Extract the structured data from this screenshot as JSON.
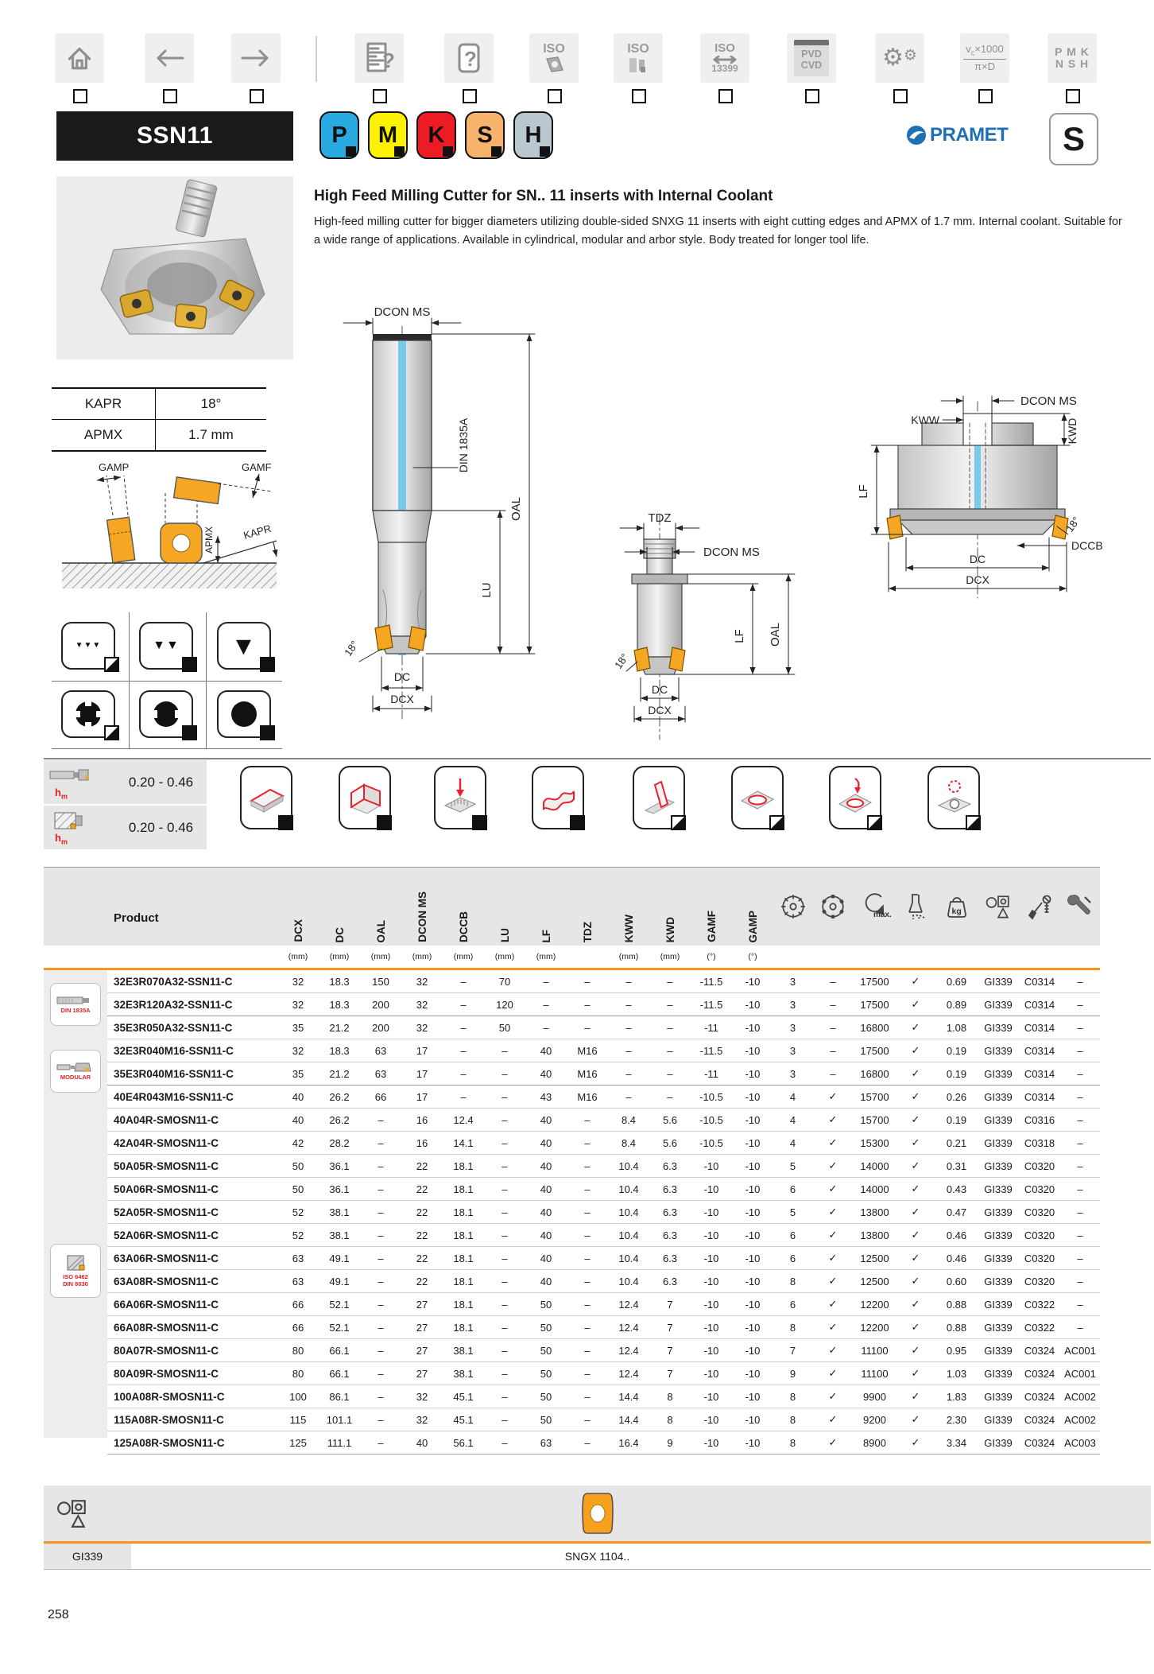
{
  "page_number": "258",
  "accent_color": "#f7941d",
  "brand_blue": "#1f6fb4",
  "toolbar": {
    "iso_insert": "ISO",
    "iso_holder": "ISO",
    "iso13399_top": "ISO",
    "iso13399_bot": "13399",
    "pvd": "PVD",
    "cvd": "CVD",
    "formula_v": "v",
    "formula_c": "c",
    "formula_x1000": "×1000",
    "formula_bot": "π×D",
    "pmk": "P M K",
    "nsh": "N S H"
  },
  "header": {
    "code": "SSN11",
    "grades": [
      {
        "letter": "P",
        "color": "#29abe2"
      },
      {
        "letter": "M",
        "color": "#fff200"
      },
      {
        "letter": "K",
        "color": "#ed1c24"
      },
      {
        "letter": "S",
        "color": "#f7b26b"
      },
      {
        "letter": "H",
        "color": "#b9c7d1"
      }
    ],
    "brand": "PRAMET",
    "size_letter": "S"
  },
  "intro": {
    "title": "High Feed Milling Cutter for SN.. 11 inserts with Internal Coolant",
    "description": "High-feed milling cutter for bigger diameters utilizing double-sided SNXG 11 inserts with eight cutting edges and APMX of 1.7 mm. Internal coolant. Suitable for a wide range of applications. Available in cylindrical, modular and arbor style. Body treated for longer tool life."
  },
  "specs": {
    "rows": [
      {
        "label": "KAPR",
        "value": "18°"
      },
      {
        "label": "APMX",
        "value": "1.7 mm"
      }
    ]
  },
  "insert_diagram": {
    "gamp": "GAMP",
    "gamf": "GAMF",
    "apmx": "APMX",
    "kapr": "KAPR"
  },
  "drawings": {
    "cylindrical": {
      "dcon": "DCON MS",
      "din": "DIN 1835A",
      "oal": "OAL",
      "lu": "LU",
      "angle": "18°",
      "dc": "DC",
      "dcx": "DCX"
    },
    "modular": {
      "tdz": "TDZ",
      "dcon": "DCON MS",
      "oal": "OAL",
      "lf": "LF",
      "angle": "18°",
      "dc": "DC",
      "dcx": "DCX"
    },
    "arbor": {
      "dcon": "DCON MS",
      "kww": "KWW",
      "kwd": "KWD",
      "lf": "LF",
      "angle": "18°",
      "dccb": "DCCB",
      "dc": "DC",
      "dcx": "DCX"
    }
  },
  "hm_section": {
    "rows": [
      {
        "label": "h",
        "sub": "m",
        "value": "0.20 - 0.46"
      },
      {
        "label": "h",
        "sub": "m",
        "value": "0.20 - 0.46"
      }
    ]
  },
  "table": {
    "product_header": "Product",
    "columns": [
      {
        "label": "DCX",
        "unit": "(mm)"
      },
      {
        "label": "DC",
        "unit": "(mm)"
      },
      {
        "label": "OAL",
        "unit": "(mm)"
      },
      {
        "label": "DCON MS",
        "unit": "(mm)"
      },
      {
        "label": "DCCB",
        "unit": "(mm)"
      },
      {
        "label": "LU",
        "unit": "(mm)"
      },
      {
        "label": "LF",
        "unit": "(mm)"
      },
      {
        "label": "TDZ",
        "unit": ""
      },
      {
        "label": "KWW",
        "unit": "(mm)"
      },
      {
        "label": "KWD",
        "unit": "(mm)"
      },
      {
        "label": "GAMF",
        "unit": "(°)"
      },
      {
        "label": "GAMP",
        "unit": "(°)"
      }
    ],
    "icon_labels": {
      "max": "max.",
      "kg": "kg"
    },
    "groups": [
      {
        "line1": "DIN 1835A",
        "line2": ""
      },
      {
        "line1": "MODULAR",
        "line2": ""
      },
      {
        "line1": "ISO 6462",
        "line2": "DIN 8030"
      }
    ],
    "rows": [
      {
        "product": "32E3R070A32-SSN11-C",
        "dcx": "32",
        "dc": "18.3",
        "oal": "150",
        "dconms": "32",
        "dccb": "–",
        "lu": "70",
        "lf": "–",
        "tdz": "–",
        "kww": "–",
        "kwd": "–",
        "gamf": "-11.5",
        "gamp": "-10",
        "z": "3",
        "ramp": "–",
        "max": "17500",
        "cool": "✓",
        "kg": "0.69",
        "ins": "GI339",
        "scr": "C0314",
        "wr": "–"
      },
      {
        "product": "32E3R120A32-SSN11-C",
        "dcx": "32",
        "dc": "18.3",
        "oal": "200",
        "dconms": "32",
        "dccb": "–",
        "lu": "120",
        "lf": "–",
        "tdz": "–",
        "kww": "–",
        "kwd": "–",
        "gamf": "-11.5",
        "gamp": "-10",
        "z": "3",
        "ramp": "–",
        "max": "17500",
        "cool": "✓",
        "kg": "0.89",
        "ins": "GI339",
        "scr": "C0314",
        "wr": "–"
      },
      {
        "product": "35E3R050A32-SSN11-C",
        "dcx": "35",
        "dc": "21.2",
        "oal": "200",
        "dconms": "32",
        "dccb": "–",
        "lu": "50",
        "lf": "–",
        "tdz": "–",
        "kww": "–",
        "kwd": "–",
        "gamf": "-11",
        "gamp": "-10",
        "z": "3",
        "ramp": "–",
        "max": "16800",
        "cool": "✓",
        "kg": "1.08",
        "ins": "GI339",
        "scr": "C0314",
        "wr": "–"
      },
      {
        "product": "32E3R040M16-SSN11-C",
        "dcx": "32",
        "dc": "18.3",
        "oal": "63",
        "dconms": "17",
        "dccb": "–",
        "lu": "–",
        "lf": "40",
        "tdz": "M16",
        "kww": "–",
        "kwd": "–",
        "gamf": "-11.5",
        "gamp": "-10",
        "z": "3",
        "ramp": "–",
        "max": "17500",
        "cool": "✓",
        "kg": "0.19",
        "ins": "GI339",
        "scr": "C0314",
        "wr": "–"
      },
      {
        "product": "35E3R040M16-SSN11-C",
        "dcx": "35",
        "dc": "21.2",
        "oal": "63",
        "dconms": "17",
        "dccb": "–",
        "lu": "–",
        "lf": "40",
        "tdz": "M16",
        "kww": "–",
        "kwd": "–",
        "gamf": "-11",
        "gamp": "-10",
        "z": "3",
        "ramp": "–",
        "max": "16800",
        "cool": "✓",
        "kg": "0.19",
        "ins": "GI339",
        "scr": "C0314",
        "wr": "–"
      },
      {
        "product": "40E4R043M16-SSN11-C",
        "dcx": "40",
        "dc": "26.2",
        "oal": "66",
        "dconms": "17",
        "dccb": "–",
        "lu": "–",
        "lf": "43",
        "tdz": "M16",
        "kww": "–",
        "kwd": "–",
        "gamf": "-10.5",
        "gamp": "-10",
        "z": "4",
        "ramp": "✓",
        "max": "15700",
        "cool": "✓",
        "kg": "0.26",
        "ins": "GI339",
        "scr": "C0314",
        "wr": "–"
      },
      {
        "product": "40A04R-SMOSN11-C",
        "dcx": "40",
        "dc": "26.2",
        "oal": "–",
        "dconms": "16",
        "dccb": "12.4",
        "lu": "–",
        "lf": "40",
        "tdz": "–",
        "kww": "8.4",
        "kwd": "5.6",
        "gamf": "-10.5",
        "gamp": "-10",
        "z": "4",
        "ramp": "✓",
        "max": "15700",
        "cool": "✓",
        "kg": "0.19",
        "ins": "GI339",
        "scr": "C0316",
        "wr": "–"
      },
      {
        "product": "42A04R-SMOSN11-C",
        "dcx": "42",
        "dc": "28.2",
        "oal": "–",
        "dconms": "16",
        "dccb": "14.1",
        "lu": "–",
        "lf": "40",
        "tdz": "–",
        "kww": "8.4",
        "kwd": "5.6",
        "gamf": "-10.5",
        "gamp": "-10",
        "z": "4",
        "ramp": "✓",
        "max": "15300",
        "cool": "✓",
        "kg": "0.21",
        "ins": "GI339",
        "scr": "C0318",
        "wr": "–"
      },
      {
        "product": "50A05R-SMOSN11-C",
        "dcx": "50",
        "dc": "36.1",
        "oal": "–",
        "dconms": "22",
        "dccb": "18.1",
        "lu": "–",
        "lf": "40",
        "tdz": "–",
        "kww": "10.4",
        "kwd": "6.3",
        "gamf": "-10",
        "gamp": "-10",
        "z": "5",
        "ramp": "✓",
        "max": "14000",
        "cool": "✓",
        "kg": "0.31",
        "ins": "GI339",
        "scr": "C0320",
        "wr": "–"
      },
      {
        "product": "50A06R-SMOSN11-C",
        "dcx": "50",
        "dc": "36.1",
        "oal": "–",
        "dconms": "22",
        "dccb": "18.1",
        "lu": "–",
        "lf": "40",
        "tdz": "–",
        "kww": "10.4",
        "kwd": "6.3",
        "gamf": "-10",
        "gamp": "-10",
        "z": "6",
        "ramp": "✓",
        "max": "14000",
        "cool": "✓",
        "kg": "0.43",
        "ins": "GI339",
        "scr": "C0320",
        "wr": "–"
      },
      {
        "product": "52A05R-SMOSN11-C",
        "dcx": "52",
        "dc": "38.1",
        "oal": "–",
        "dconms": "22",
        "dccb": "18.1",
        "lu": "–",
        "lf": "40",
        "tdz": "–",
        "kww": "10.4",
        "kwd": "6.3",
        "gamf": "-10",
        "gamp": "-10",
        "z": "5",
        "ramp": "✓",
        "max": "13800",
        "cool": "✓",
        "kg": "0.47",
        "ins": "GI339",
        "scr": "C0320",
        "wr": "–"
      },
      {
        "product": "52A06R-SMOSN11-C",
        "dcx": "52",
        "dc": "38.1",
        "oal": "–",
        "dconms": "22",
        "dccb": "18.1",
        "lu": "–",
        "lf": "40",
        "tdz": "–",
        "kww": "10.4",
        "kwd": "6.3",
        "gamf": "-10",
        "gamp": "-10",
        "z": "6",
        "ramp": "✓",
        "max": "13800",
        "cool": "✓",
        "kg": "0.46",
        "ins": "GI339",
        "scr": "C0320",
        "wr": "–"
      },
      {
        "product": "63A06R-SMOSN11-C",
        "dcx": "63",
        "dc": "49.1",
        "oal": "–",
        "dconms": "22",
        "dccb": "18.1",
        "lu": "–",
        "lf": "40",
        "tdz": "–",
        "kww": "10.4",
        "kwd": "6.3",
        "gamf": "-10",
        "gamp": "-10",
        "z": "6",
        "ramp": "✓",
        "max": "12500",
        "cool": "✓",
        "kg": "0.46",
        "ins": "GI339",
        "scr": "C0320",
        "wr": "–"
      },
      {
        "product": "63A08R-SMOSN11-C",
        "dcx": "63",
        "dc": "49.1",
        "oal": "–",
        "dconms": "22",
        "dccb": "18.1",
        "lu": "–",
        "lf": "40",
        "tdz": "–",
        "kww": "10.4",
        "kwd": "6.3",
        "gamf": "-10",
        "gamp": "-10",
        "z": "8",
        "ramp": "✓",
        "max": "12500",
        "cool": "✓",
        "kg": "0.60",
        "ins": "GI339",
        "scr": "C0320",
        "wr": "–"
      },
      {
        "product": "66A06R-SMOSN11-C",
        "dcx": "66",
        "dc": "52.1",
        "oal": "–",
        "dconms": "27",
        "dccb": "18.1",
        "lu": "–",
        "lf": "50",
        "tdz": "–",
        "kww": "12.4",
        "kwd": "7",
        "gamf": "-10",
        "gamp": "-10",
        "z": "6",
        "ramp": "✓",
        "max": "12200",
        "cool": "✓",
        "kg": "0.88",
        "ins": "GI339",
        "scr": "C0322",
        "wr": "–"
      },
      {
        "product": "66A08R-SMOSN11-C",
        "dcx": "66",
        "dc": "52.1",
        "oal": "–",
        "dconms": "27",
        "dccb": "18.1",
        "lu": "–",
        "lf": "50",
        "tdz": "–",
        "kww": "12.4",
        "kwd": "7",
        "gamf": "-10",
        "gamp": "-10",
        "z": "8",
        "ramp": "✓",
        "max": "12200",
        "cool": "✓",
        "kg": "0.88",
        "ins": "GI339",
        "scr": "C0322",
        "wr": "–"
      },
      {
        "product": "80A07R-SMOSN11-C",
        "dcx": "80",
        "dc": "66.1",
        "oal": "–",
        "dconms": "27",
        "dccb": "38.1",
        "lu": "–",
        "lf": "50",
        "tdz": "–",
        "kww": "12.4",
        "kwd": "7",
        "gamf": "-10",
        "gamp": "-10",
        "z": "7",
        "ramp": "✓",
        "max": "11100",
        "cool": "✓",
        "kg": "0.95",
        "ins": "GI339",
        "scr": "C0324",
        "wr": "AC001"
      },
      {
        "product": "80A09R-SMOSN11-C",
        "dcx": "80",
        "dc": "66.1",
        "oal": "–",
        "dconms": "27",
        "dccb": "38.1",
        "lu": "–",
        "lf": "50",
        "tdz": "–",
        "kww": "12.4",
        "kwd": "7",
        "gamf": "-10",
        "gamp": "-10",
        "z": "9",
        "ramp": "✓",
        "max": "11100",
        "cool": "✓",
        "kg": "1.03",
        "ins": "GI339",
        "scr": "C0324",
        "wr": "AC001"
      },
      {
        "product": "100A08R-SMOSN11-C",
        "dcx": "100",
        "dc": "86.1",
        "oal": "–",
        "dconms": "32",
        "dccb": "45.1",
        "lu": "–",
        "lf": "50",
        "tdz": "–",
        "kww": "14.4",
        "kwd": "8",
        "gamf": "-10",
        "gamp": "-10",
        "z": "8",
        "ramp": "✓",
        "max": "9900",
        "cool": "✓",
        "kg": "1.83",
        "ins": "GI339",
        "scr": "C0324",
        "wr": "AC002"
      },
      {
        "product": "115A08R-SMOSN11-C",
        "dcx": "115",
        "dc": "101.1",
        "oal": "–",
        "dconms": "32",
        "dccb": "45.1",
        "lu": "–",
        "lf": "50",
        "tdz": "–",
        "kww": "14.4",
        "kwd": "8",
        "gamf": "-10",
        "gamp": "-10",
        "z": "8",
        "ramp": "✓",
        "max": "9200",
        "cool": "✓",
        "kg": "2.30",
        "ins": "GI339",
        "scr": "C0324",
        "wr": "AC002"
      },
      {
        "product": "125A08R-SMOSN11-C",
        "dcx": "125",
        "dc": "111.1",
        "oal": "–",
        "dconms": "40",
        "dccb": "56.1",
        "lu": "–",
        "lf": "63",
        "tdz": "–",
        "kww": "16.4",
        "kwd": "9",
        "gamf": "-10",
        "gamp": "-10",
        "z": "8",
        "ramp": "✓",
        "max": "8900",
        "cool": "✓",
        "kg": "3.34",
        "ins": "GI339",
        "scr": "C0324",
        "wr": "AC003"
      }
    ]
  },
  "footer": {
    "left": "GI339",
    "center": "SNGX 1104.."
  }
}
